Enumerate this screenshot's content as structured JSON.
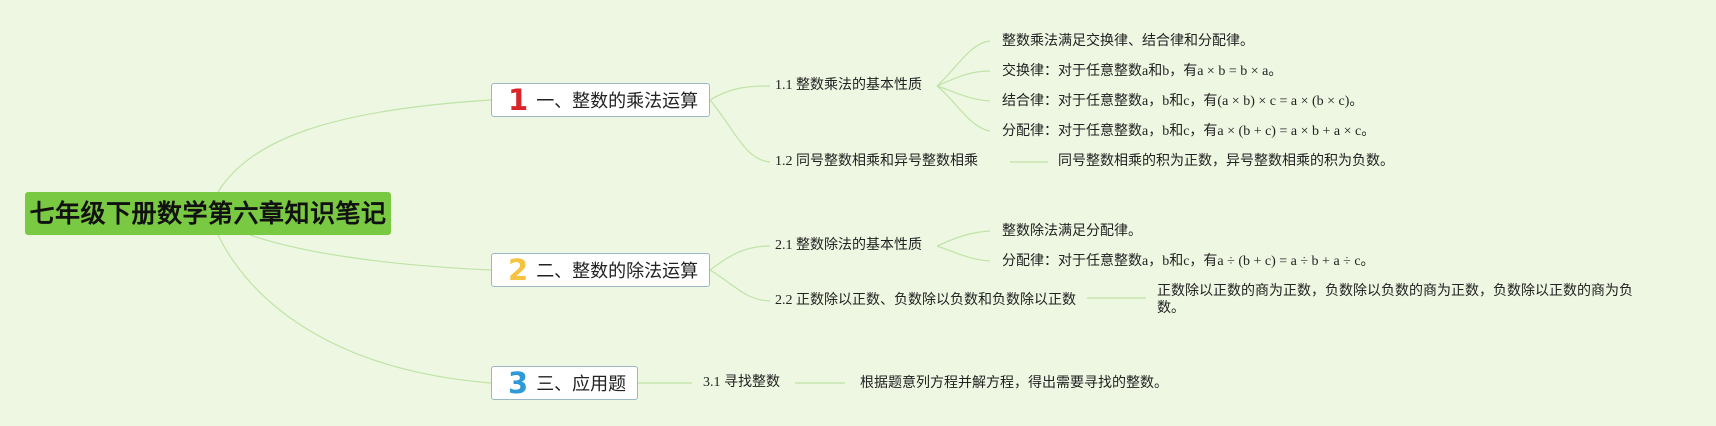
{
  "root": {
    "title": "七年级下册数学第六章知识笔记"
  },
  "branches": [
    {
      "marker": "1",
      "marker_color": "#d9252a",
      "label": "一、整数的乘法运算",
      "subs": [
        {
          "label": "1.1 整数乘法的基本性质",
          "leaves": [
            "整数乘法满足交换律、结合律和分配律。",
            "交换律：对于任意整数a和b，有a × b = b × a。",
            "结合律：对于任意整数a，b和c，有(a × b) × c = a × (b × c)。",
            "分配律：对于任意整数a，b和c，有a × (b + c) = a × b + a × c。"
          ]
        },
        {
          "label": "1.2 同号整数相乘和异号整数相乘",
          "leaves": [
            "同号整数相乘的积为正数，异号整数相乘的积为负数。"
          ]
        }
      ]
    },
    {
      "marker": "2",
      "marker_color": "#f5c242",
      "label": "二、整数的除法运算",
      "subs": [
        {
          "label": "2.1 整数除法的基本性质",
          "leaves": [
            "整数除法满足分配律。",
            "分配律：对于任意整数a，b和c，有a ÷ (b + c) = a ÷ b + a ÷ c。"
          ]
        },
        {
          "label": "2.2 正数除以正数、负数除以负数和负数除以正数",
          "leaves": [
            "正数除以正数的商为正数，负数除以负数的商为正数，负数除以正数的商为负数。"
          ]
        }
      ]
    },
    {
      "marker": "3",
      "marker_color": "#2f9ad8",
      "label": "三、应用题",
      "subs": [
        {
          "label": "3.1 寻找整数",
          "leaves": [
            "根据题意列方程并解方程，得出需要寻找的整数。"
          ]
        }
      ]
    }
  ],
  "colors": {
    "background": "#eef7e2",
    "root_fill": "#7ac943",
    "branch_border": "#9bb7c6",
    "connector": "#bfe3a6"
  }
}
